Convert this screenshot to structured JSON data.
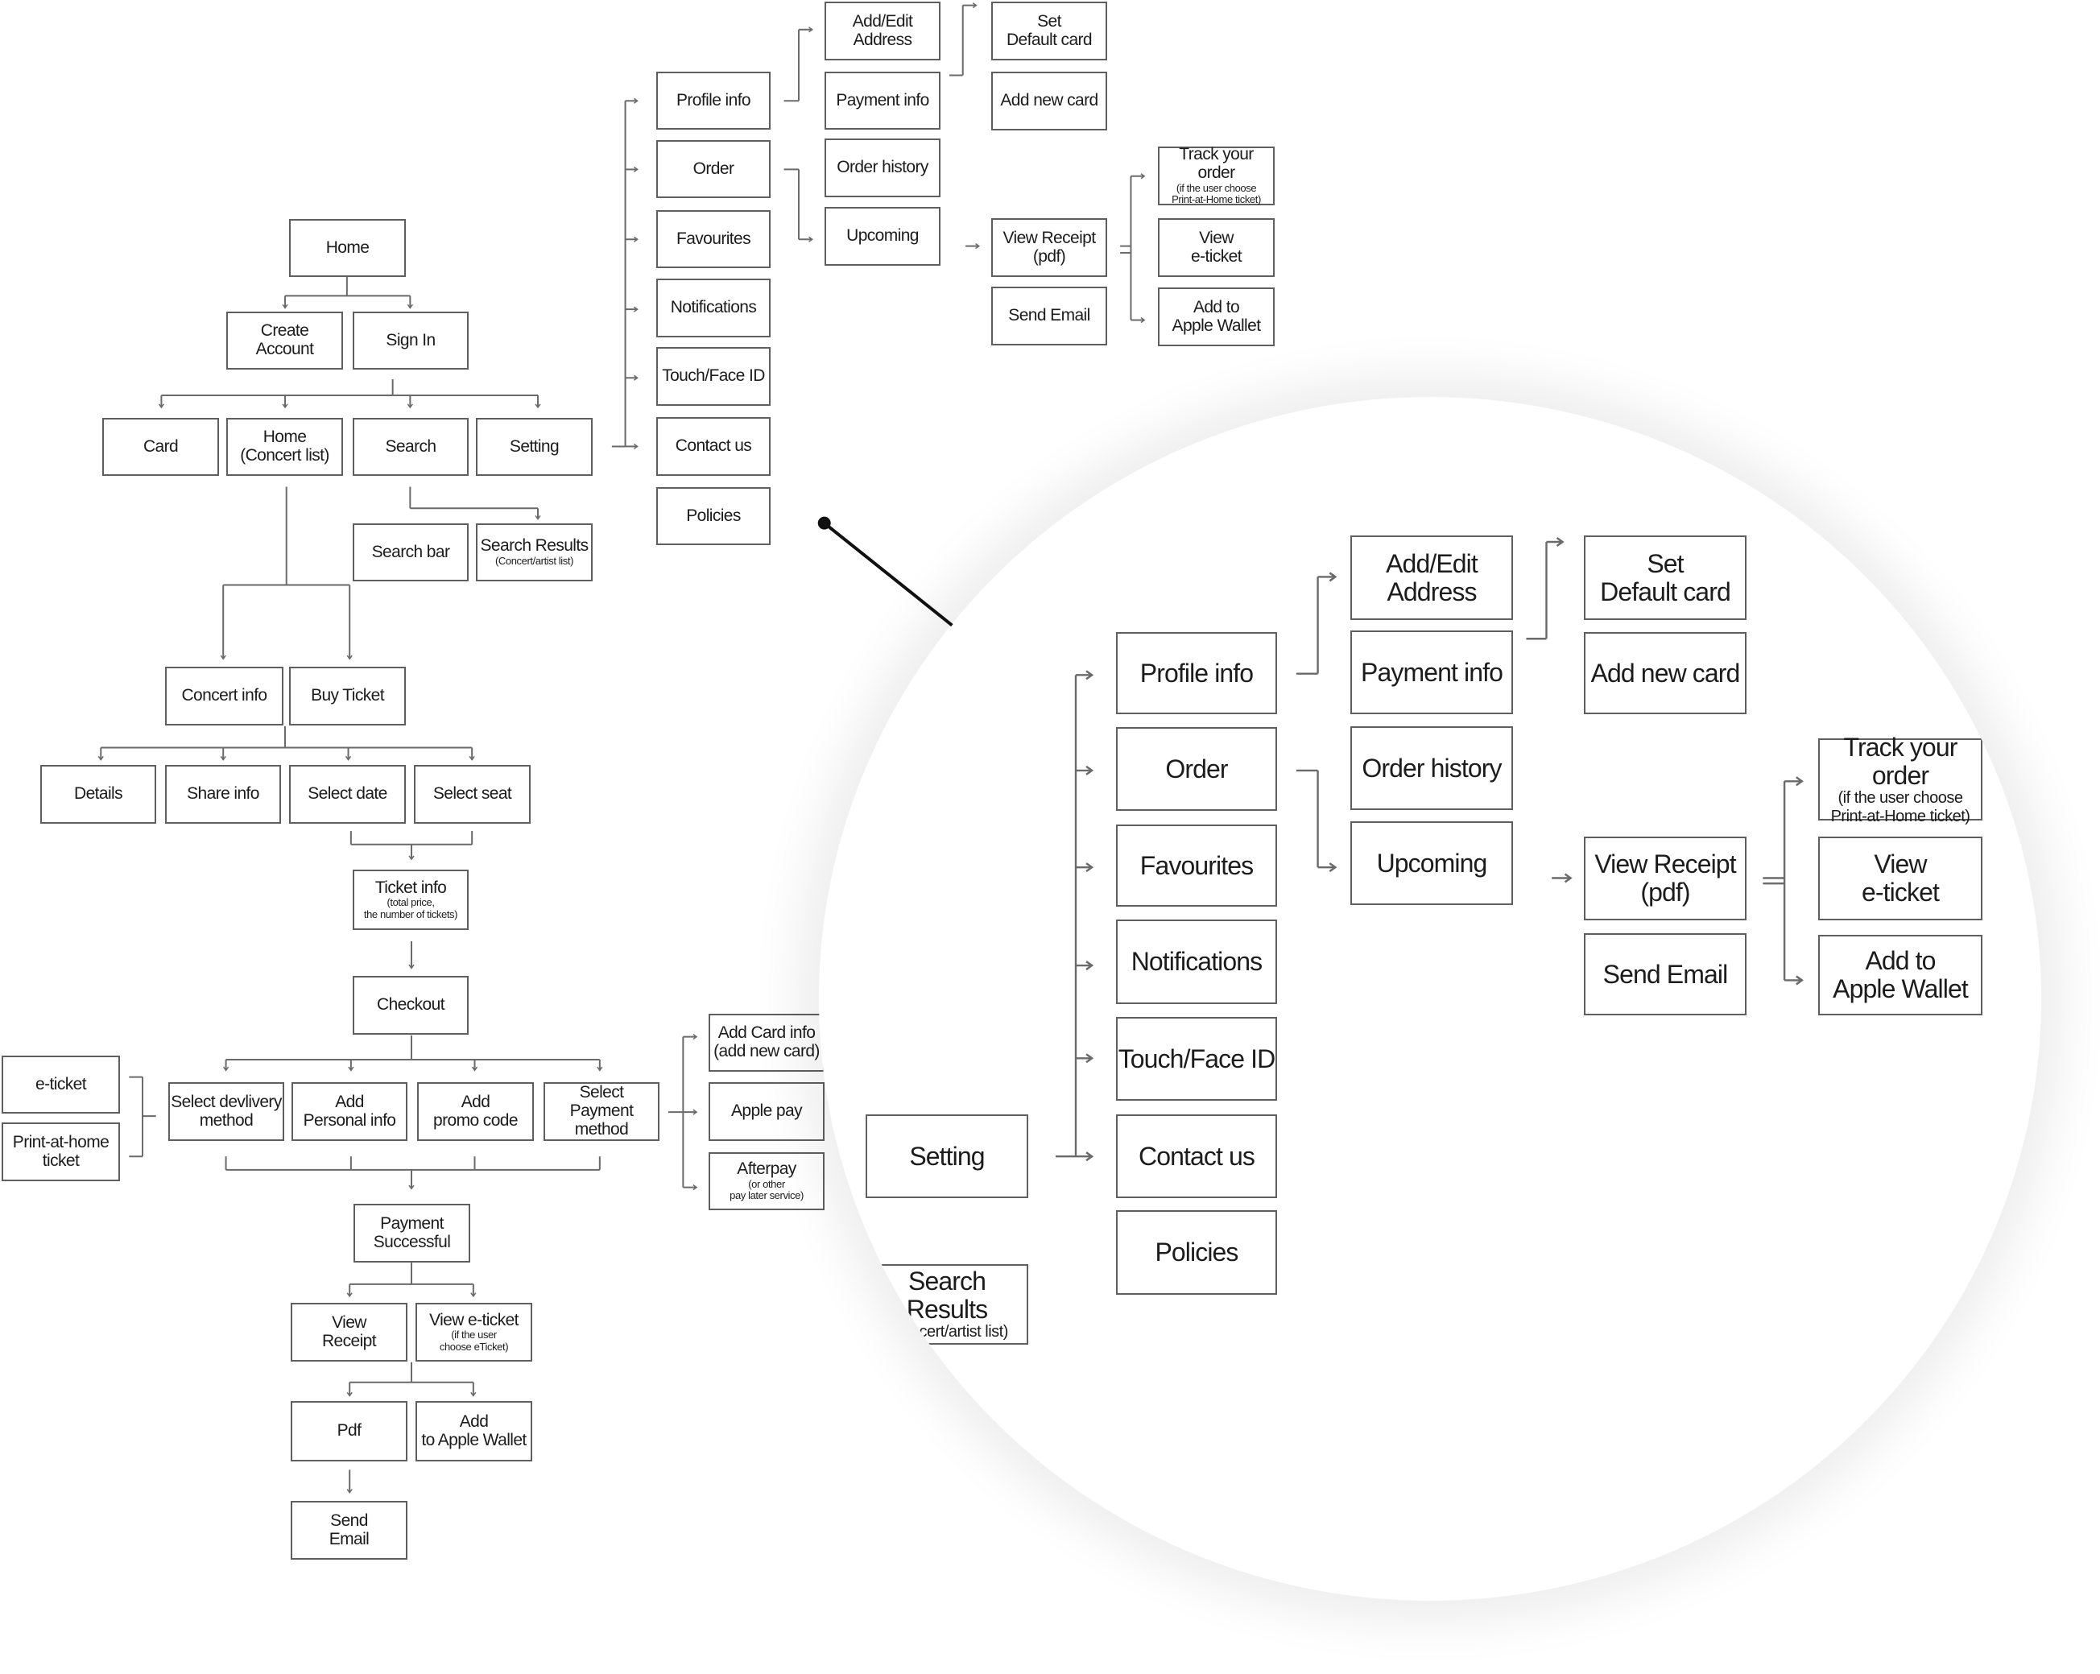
{
  "nodes": {
    "home": {
      "l1": "Home"
    },
    "create_account": {
      "l1": "Create",
      "l2": "Account"
    },
    "sign_in": {
      "l1": "Sign In"
    },
    "card": {
      "l1": "Card"
    },
    "home_concert": {
      "l1": "Home",
      "l2": "(Concert list)"
    },
    "search": {
      "l1": "Search"
    },
    "setting": {
      "l1": "Setting"
    },
    "search_bar": {
      "l1": "Search bar"
    },
    "search_results": {
      "l1": "Search Results",
      "sub1": "(Concert/artist list)"
    },
    "concert_info": {
      "l1": "Concert info"
    },
    "buy_ticket": {
      "l1": "Buy Ticket"
    },
    "details": {
      "l1": "Details"
    },
    "share_info": {
      "l1": "Share info"
    },
    "select_date": {
      "l1": "Select date"
    },
    "select_seat": {
      "l1": "Select seat"
    },
    "ticket_info": {
      "l1": "Ticket info",
      "sub1": "(total price,",
      "sub2": "the number of tickets)"
    },
    "checkout": {
      "l1": "Checkout"
    },
    "e_ticket": {
      "l1": "e-ticket"
    },
    "print_at_home": {
      "l1": "Print-at-home",
      "l2": "ticket"
    },
    "select_delivery": {
      "l1": "Select devlivery",
      "l2": "method"
    },
    "add_personal": {
      "l1": "Add",
      "l2": "Personal info"
    },
    "add_promo": {
      "l1": "Add",
      "l2": "promo code"
    },
    "select_payment": {
      "l1": "Select",
      "l2": "Payment method"
    },
    "add_card_info": {
      "l1": "Add Card info",
      "l2": "(add new card)"
    },
    "apple_pay": {
      "l1": "Apple pay"
    },
    "afterpay": {
      "l1": "Afterpay",
      "sub1": "(or other",
      "sub2": "pay later service)"
    },
    "payment_successful": {
      "l1": "Payment",
      "l2": "Successful"
    },
    "view_receipt": {
      "l1": "View",
      "l2": "Receipt"
    },
    "view_eticket": {
      "l1": "View e-ticket",
      "sub1": "(if the user",
      "sub2": "choose eTicket)"
    },
    "pdf": {
      "l1": "Pdf"
    },
    "add_apple_wallet_small": {
      "l1": "Add",
      "l2": "to Apple Wallet"
    },
    "send_email_main": {
      "l1": "Send",
      "l2": "Email"
    },
    "profile_info": {
      "l1": "Profile info"
    },
    "order": {
      "l1": "Order"
    },
    "favourites": {
      "l1": "Favourites"
    },
    "notifications": {
      "l1": "Notifications"
    },
    "touch_face_id": {
      "l1": "Touch/Face ID"
    },
    "contact_us": {
      "l1": "Contact us"
    },
    "policies": {
      "l1": "Policies"
    },
    "add_edit_address": {
      "l1": "Add/Edit",
      "l2": "Address"
    },
    "payment_info": {
      "l1": "Payment info"
    },
    "order_history": {
      "l1": "Order history"
    },
    "upcoming": {
      "l1": "Upcoming"
    },
    "set_default_card": {
      "l1": "Set",
      "l2": "Default card"
    },
    "add_new_card": {
      "l1": "Add new card"
    },
    "view_receipt_pdf": {
      "l1": "View Receipt",
      "l2": "(pdf)"
    },
    "send_email": {
      "l1": "Send Email"
    },
    "track_order": {
      "l1": "Track your order",
      "sub1": "(if the user choose",
      "sub2": "Print-at-Home ticket)"
    },
    "view_e_ticket": {
      "l1": "View",
      "l2": "e-ticket"
    },
    "add_to_apple_wallet": {
      "l1": "Add to",
      "l2": "Apple Wallet"
    }
  }
}
